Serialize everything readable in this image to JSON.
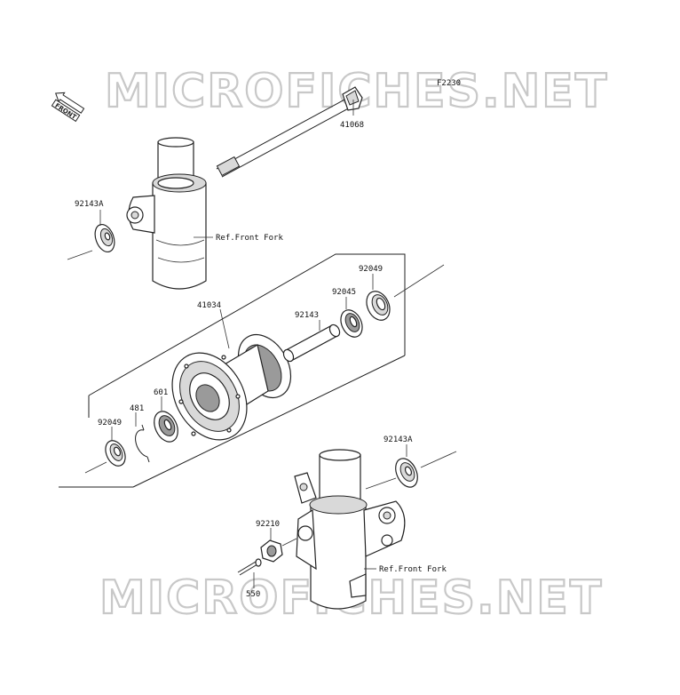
{
  "diagram": {
    "figure_code": "F2230",
    "watermark_top": "MICROFICHES.NET",
    "watermark_bottom": "MICROFICHES.NET",
    "front_badge": "FRONT",
    "parts": {
      "axle": "41068",
      "spacer_left_top": "92143A",
      "hub": "41034",
      "seal_right": "92049",
      "bearing_right": "92045",
      "collar": "92143",
      "bearing_left": "601",
      "circlip": "481",
      "seal_left": "92049",
      "spacer_right_bottom": "92143A",
      "nut": "92210",
      "cotter_pin": "550"
    },
    "refs": {
      "fork_upper": "Ref.Front Fork",
      "fork_lower": "Ref.Front Fork"
    }
  }
}
